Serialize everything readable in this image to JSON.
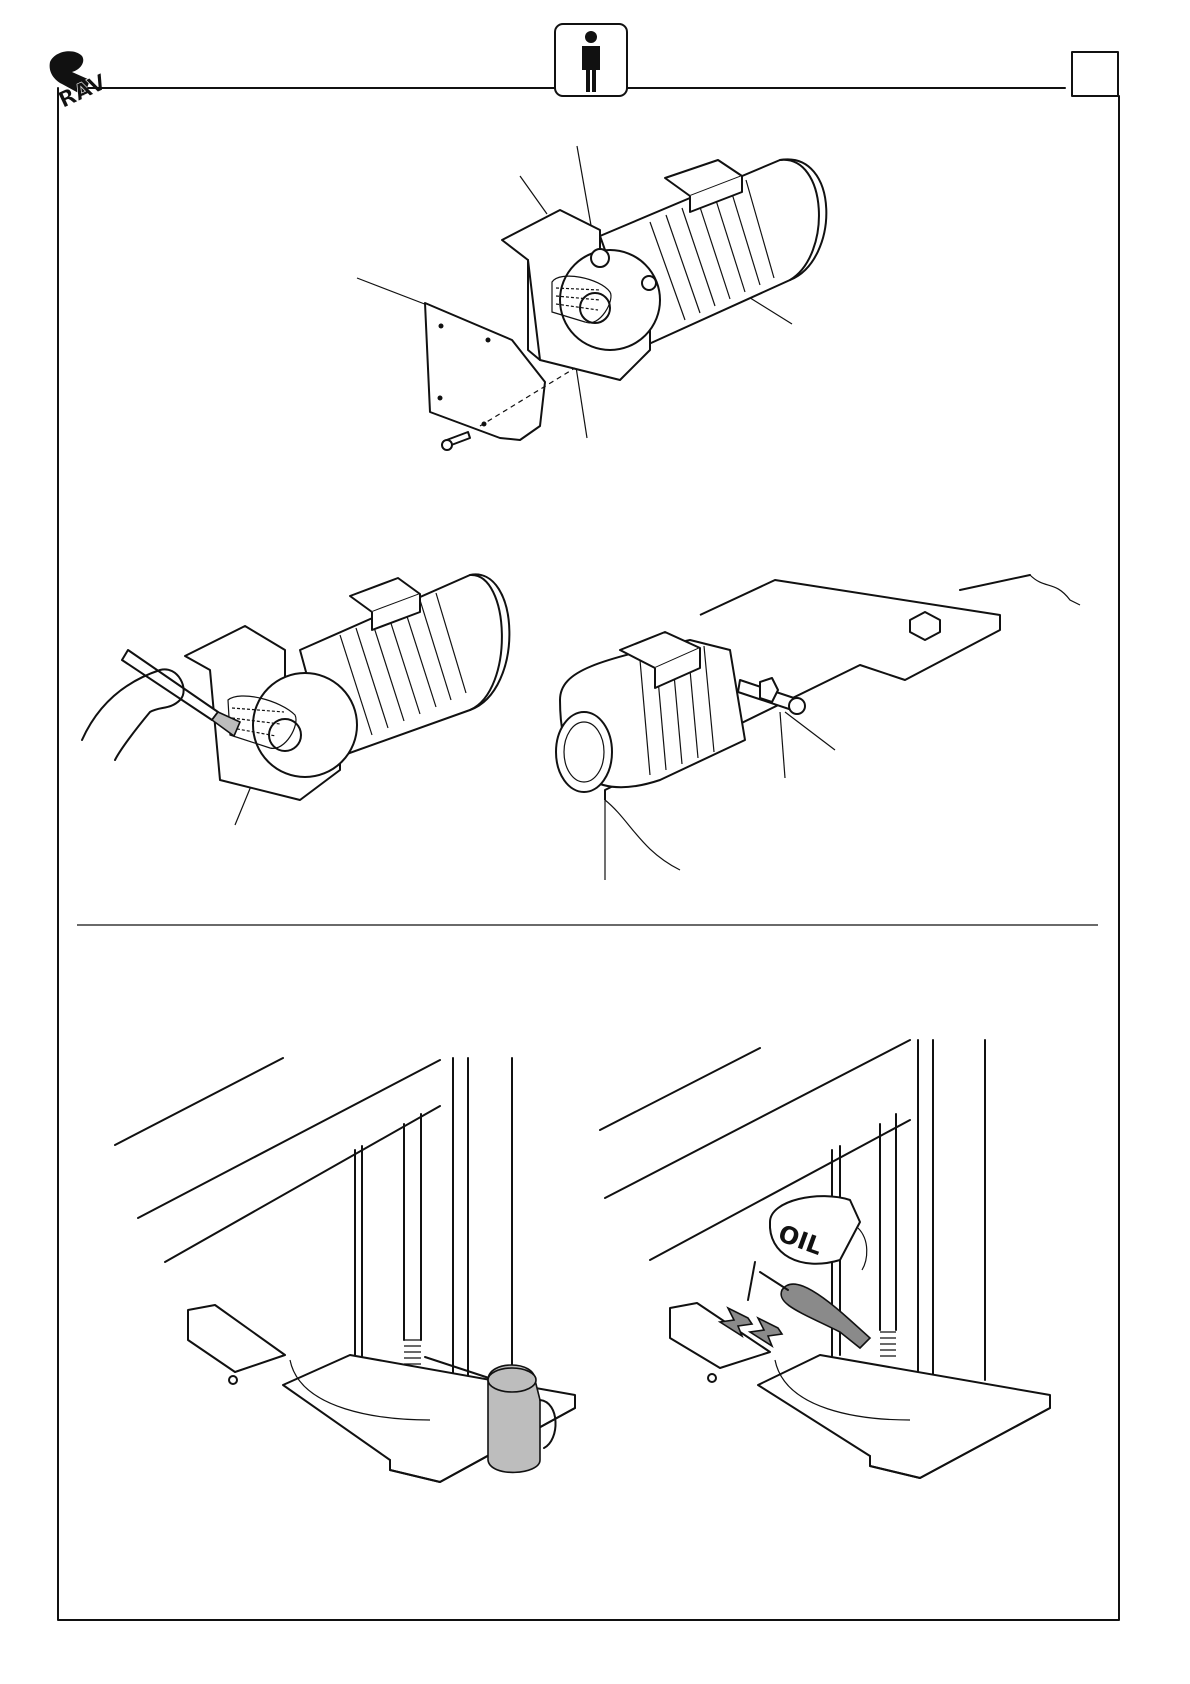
{
  "header": {
    "logo_icon": "brand-logo-icon",
    "operator_icon": "operator-person-icon",
    "page_box_text": ""
  },
  "figures": {
    "top_panel": {
      "icon": "chain-guard-removal-illustration"
    },
    "middle_left": {
      "icon": "chain-greasing-brush-illustration"
    },
    "middle_right": {
      "icon": "motor-tension-bolt-illustration"
    },
    "bottom_left": {
      "icon": "oil-can-lubrication-illustration"
    },
    "bottom_right": {
      "icon": "grease-gun-lubrication-illustration",
      "bottle_label": "OIL"
    }
  },
  "colors": {
    "ink": "#111111",
    "shade": "#bdbdbd",
    "dark_shade": "#8a8a8a"
  }
}
